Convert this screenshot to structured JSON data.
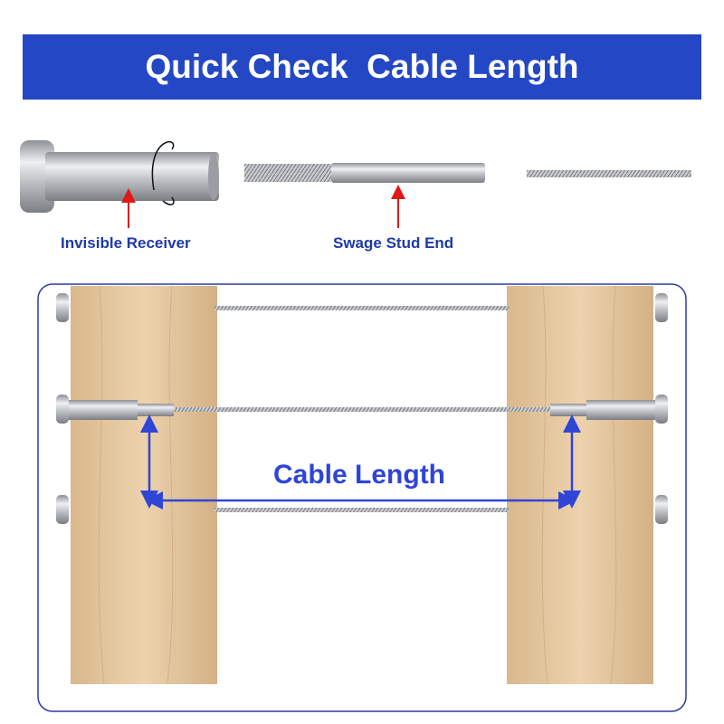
{
  "header": {
    "title": "Quick Check  Cable Length"
  },
  "parts": [
    {
      "label": "Invisible Receiver",
      "icon": "invisible-receiver-icon"
    },
    {
      "label": "Swage Stud End",
      "icon": "swage-stud-end-icon"
    },
    {
      "icon": "cable-wire-icon"
    }
  ],
  "diagram": {
    "measurement_label": "Cable Length"
  },
  "colors": {
    "banner": "#2447c6",
    "label": "#1f3aa8",
    "measure": "#2f45d6",
    "pointer": "#e01818",
    "wood": "#e2c49a"
  }
}
